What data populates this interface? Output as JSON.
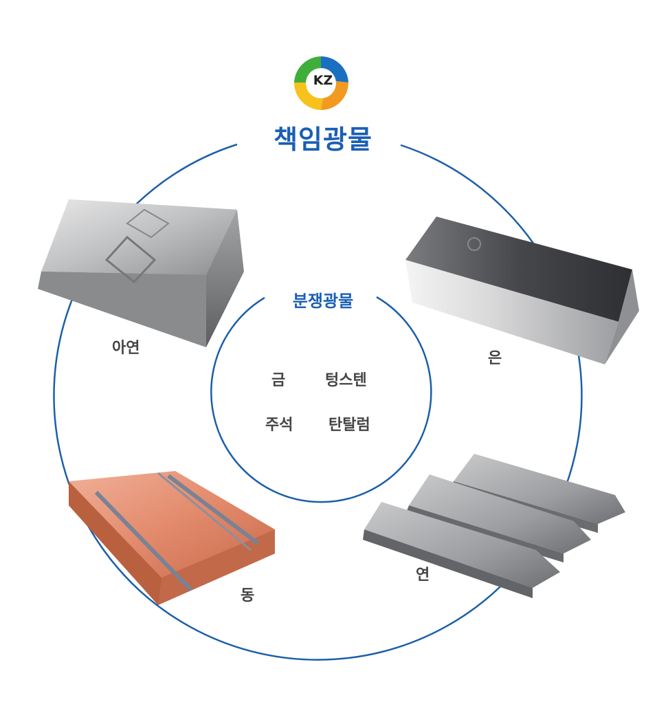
{
  "logo": {
    "text": "KZ",
    "colors": {
      "green": "#3fae3a",
      "blue": "#1b6fc1",
      "orange": "#f29a1f",
      "yellow": "#f6c21b"
    }
  },
  "title": "책임광물",
  "inner": {
    "title": "분쟁광물",
    "items": [
      "금",
      "텅스텐",
      "주석",
      "탄탈럼"
    ]
  },
  "outer_items": [
    "아연",
    "은",
    "연",
    "동"
  ],
  "colors": {
    "accent": "#1a5fb4",
    "circle": "#1b5fa8",
    "label": "#444444"
  }
}
